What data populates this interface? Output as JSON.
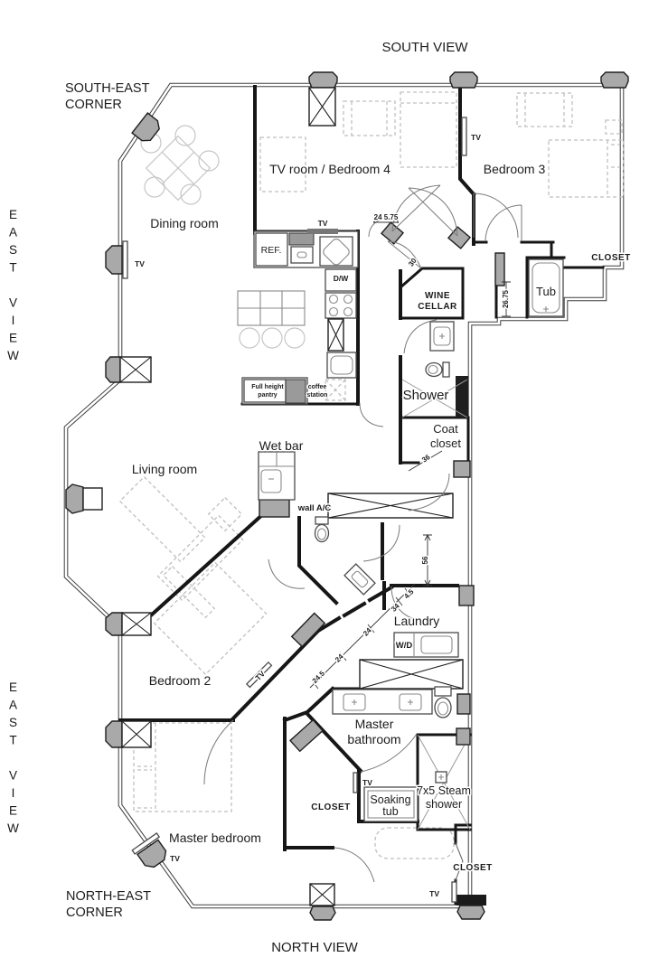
{
  "views": {
    "south": "SOUTH VIEW",
    "north": "NORTH VIEW",
    "east_upper": "EAST VIEW",
    "east_lower": "EAST VIEW"
  },
  "corners": {
    "southeast": [
      "SOUTH-EAST",
      "CORNER"
    ],
    "northeast": [
      "NORTH-EAST",
      "CORNER"
    ]
  },
  "rooms": {
    "dining_room": "Dining room",
    "tv_room": "TV room / Bedroom 4",
    "bedroom_3": "Bedroom 3",
    "living_room": "Living room",
    "bedroom_2": "Bedroom 2",
    "master_bedroom": "Master bedroom",
    "master_bathroom": [
      "Master",
      "bathroom"
    ],
    "laundry": "Laundry",
    "wine_cellar": [
      "WINE",
      "CELLAR"
    ],
    "shower": "Shower",
    "coat_closet": [
      "Coat",
      "closet"
    ],
    "wet_bar": "Wet bar",
    "tub": "Tub",
    "bedroom3_closet": "CLOSET",
    "master_closet": "CLOSET",
    "bedroom_closet": "CLOSET",
    "steam_shower": [
      "7x5 Steam",
      "shower"
    ],
    "soaking_tub": [
      "Soaking",
      "tub"
    ]
  },
  "fixtures": {
    "refrigerator": "REF.",
    "dishwasher": "D/W",
    "washer_dryer": "W/D",
    "wall_ac": "wall A/C",
    "pantry": [
      "Full height",
      "pantry"
    ],
    "coffee_station": [
      "coffee",
      "station"
    ],
    "tv": "TV"
  },
  "dimensions": {
    "entry": "24 5.75",
    "entry_door": "30",
    "tub_hall": "26.75",
    "hall_opening": "56",
    "hall_a": "4.5",
    "hall_b": "34",
    "hall_c": "24",
    "hall_d": "24",
    "hall_e": "24.5",
    "coat_door": "36"
  },
  "colors": {
    "wall": "#161616",
    "column_fill": "#a9a9a9",
    "furniture": "#bfbfbf"
  }
}
